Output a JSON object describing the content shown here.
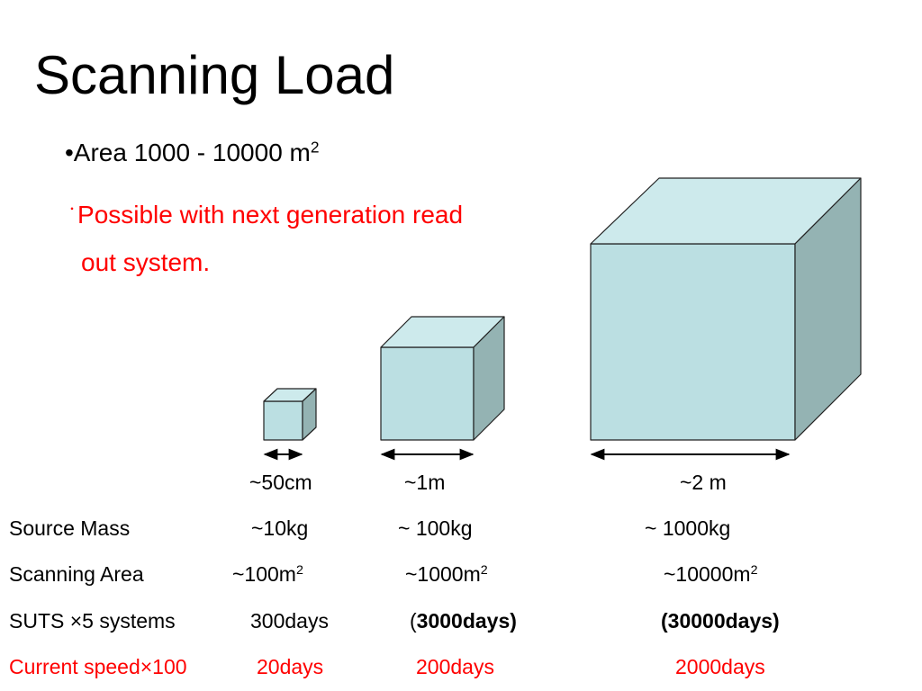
{
  "title": "Scanning Load",
  "bullets": {
    "area_prefix": "•Area  1000 - 10000 m",
    "area_sup": "2",
    "possible_marker": "･",
    "possible_line1": "Possible with next generation read",
    "possible_line2": "out system."
  },
  "cube_colors": {
    "front": "#bbdfe2",
    "top": "#cdeaec",
    "side": "#94b3b3",
    "edge": "#222222"
  },
  "sizes": [
    "~50cm",
    "~1m",
    "~2 m"
  ],
  "rows": {
    "mass": {
      "label": "Source Mass",
      "v1": "~10kg",
      "v2": "~ 100kg",
      "v3": "~ 1000kg"
    },
    "area": {
      "label": "Scanning Area",
      "v1": "~100m",
      "v2": "~1000m",
      "v3": "~10000m",
      "sup": "2"
    },
    "suts": {
      "label": "SUTS ×5 systems",
      "v1": "300days",
      "v2_open": "(",
      "v2_bold": "3000days)",
      "v3": "(30000days)"
    },
    "current": {
      "label": "Current speed×100",
      "v1": "20days",
      "v2": "200days",
      "v3": "2000days",
      "color": "#ff0000"
    }
  }
}
